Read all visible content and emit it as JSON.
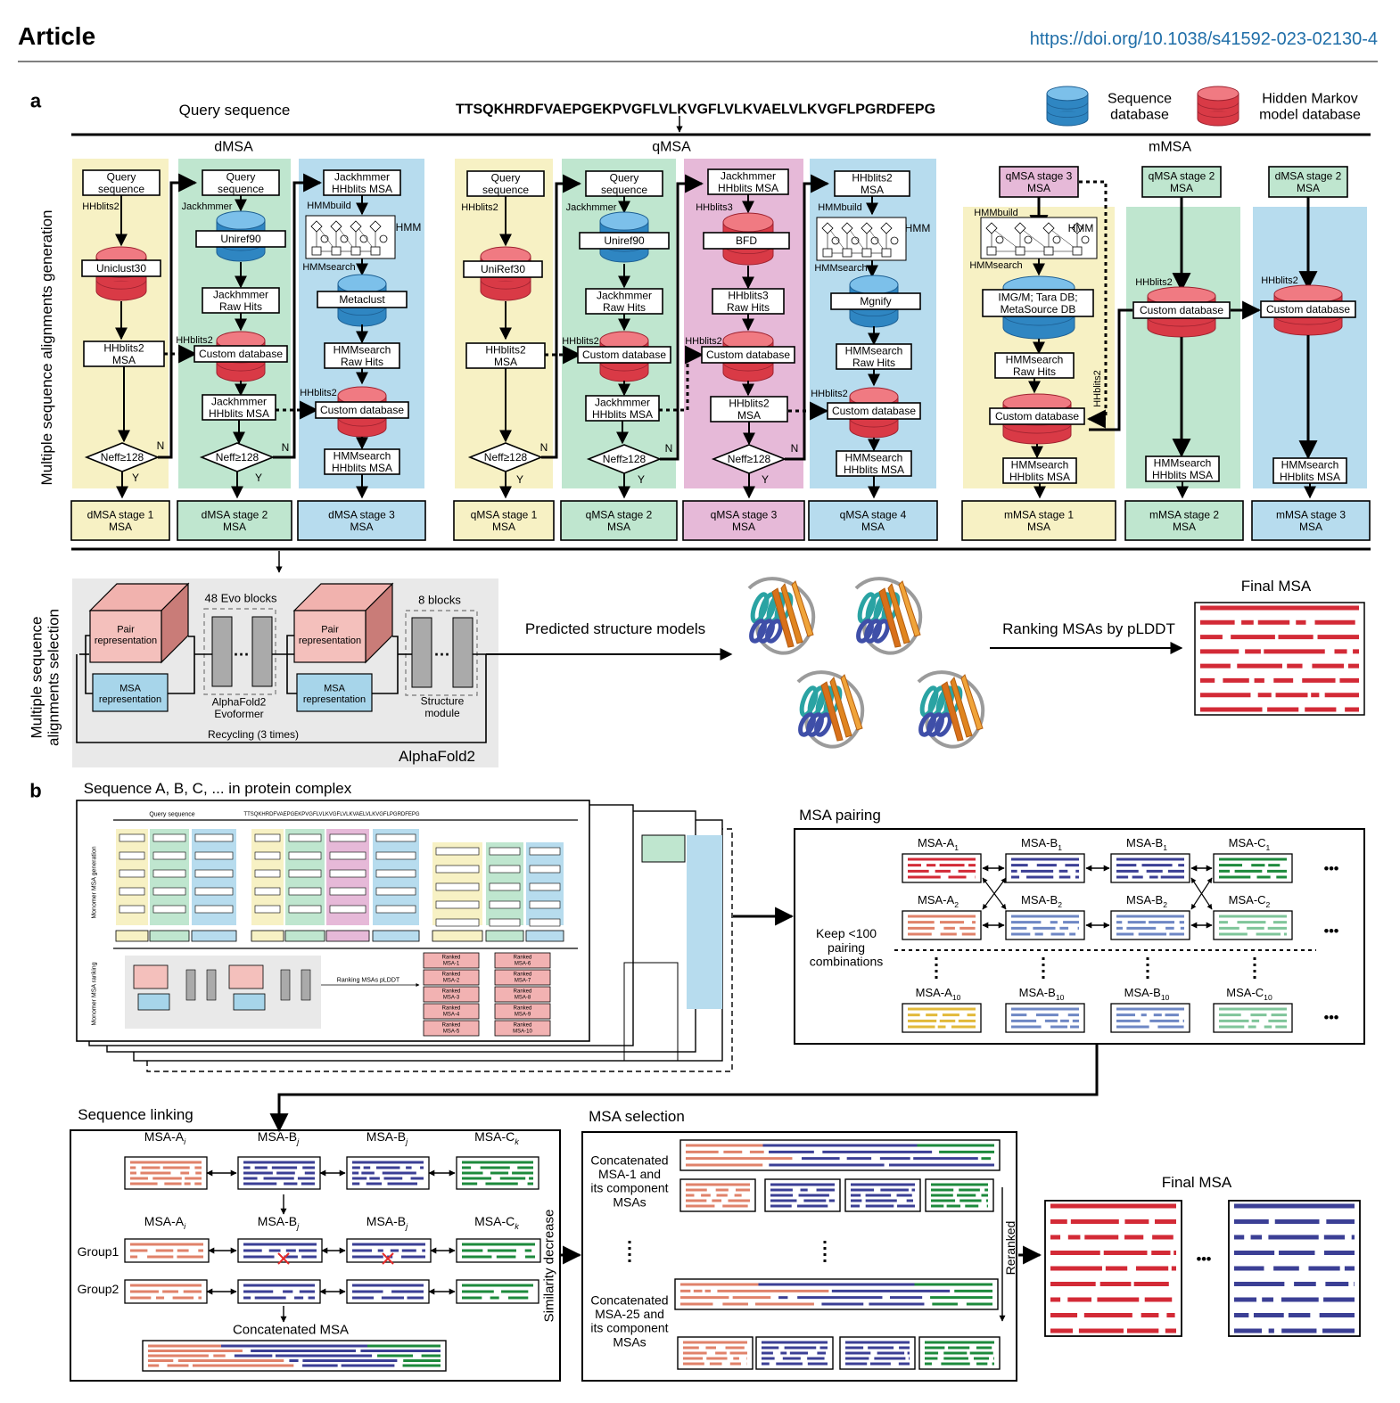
{
  "header": {
    "article": "Article",
    "doi": "https://doi.org/10.1038/s41592-023-02130-4"
  },
  "colors": {
    "yellow": "#f7f1c4",
    "green": "#bfe6cf",
    "pink": "#e6b9d8",
    "blue": "#b7dcee",
    "db_blue": "#2f86c2",
    "db_red": "#d93a46",
    "gray_panel": "#e9e9e9",
    "msa_red": "#d32a36",
    "msa_navy": "#3b3f95",
    "msa_salmon": "#e0826a",
    "msa_green": "#1d8a3c",
    "msa_light_blue": "#6e87c4",
    "msa_yellow": "#e2b93a",
    "msa_light_green": "#7fc59a",
    "accent_link": "#1f6ea8"
  },
  "panel_a": {
    "label": "a",
    "query_label": "Query sequence",
    "sequence": "TTSQKHRDFVAEPGEKPVGFLVLKVGFLVLKVAELVLKVGFLPGRDFEPG",
    "legend": {
      "seq_db": "Sequence\ndatabase",
      "hmm_db": "Hidden Markov\nmodel database"
    },
    "side_label_top": "Multiple sequence alignments generation",
    "side_label_bottom": "Multiple sequence\nalignments selection",
    "group_titles": {
      "dmsa": "dMSA",
      "qmsa": "qMSA",
      "mmsa": "mMSA"
    },
    "boxes": {
      "query_seq": "Query\nsequence",
      "uniclust30": "Uniclust30",
      "uniref90": "Uniref90",
      "uniref30": "UniRef30",
      "hhblits2_msa": "HHblits2\nMSA",
      "custom_db": "Custom database",
      "jack_raw": "Jackhmmer\nRaw Hits",
      "jack_hhb_msa": "Jackhmmer\nHHblits MSA",
      "jack_hhb_msa_top": "Jackhmmer\nHHblits MSA",
      "metaclust": "Metaclust",
      "hmm_raw": "HMMsearch\nRaw Hits",
      "hmm_hhb_msa": "HMMsearch\nHHblits MSA",
      "bfd": "BFD",
      "hhb3_raw": "HHblits3\nRaw Hits",
      "hhb2_msa": "HHblits2\nMSA",
      "mgnify": "Mgnify",
      "qmsa_stage3": "qMSA stage 3\nMSA",
      "qmsa_stage2": "qMSA stage 2\nMSA",
      "dmsa_stage2": "dMSA stage 2\nMSA",
      "imgm": "IMG/M; Tara DB;\nMetaSource DB",
      "hmm": "HMM",
      "neff": "Neff≥128"
    },
    "edge_labels": {
      "hhblits2": "HHblits2",
      "hhblits3": "HHblits3",
      "jackhmmer": "Jackhmmer",
      "hmmbuild": "HMMbuild",
      "hmmsearch": "HMMsearch",
      "n": "N",
      "y": "Y"
    },
    "outputs": [
      "dMSA stage 1\nMSA",
      "dMSA stage 2\nMSA",
      "dMSA stage 3\nMSA",
      "qMSA stage 1\nMSA",
      "qMSA stage 2\nMSA",
      "qMSA stage 3\nMSA",
      "qMSA stage 4\nMSA",
      "mMSA stage 1\nMSA",
      "mMSA stage 2\nMSA",
      "mMSA stage 3\nMSA"
    ],
    "alphafold": {
      "evo_blocks": "48 Evo blocks",
      "blocks": "8 blocks",
      "pair": "Pair\nrepresentation",
      "msa": "MSA\nrepresentation",
      "evoformer": "AlphaFold2\nEvoformer",
      "structure": "Structure\nmodule",
      "recycling": "Recycling (3 times)",
      "title": "AlphaFold2",
      "dots": "···"
    },
    "predicted": "Predicted structure models",
    "ranking": "Ranking MSAs by pLDDT",
    "final_msa": "Final MSA"
  },
  "panel_b": {
    "label": "b",
    "title": "Sequence A, B, C, ... in protein complex",
    "msa_pairing": "MSA pairing",
    "keep": "Keep <100\npairing\ncombinations",
    "sequence_linking": "Sequence linking",
    "msa_selection": "MSA selection",
    "final_msa": "Final MSA",
    "group1": "Group1",
    "group2": "Group2",
    "concatenated": "Concatenated MSA",
    "concat1": "Concatenated\nMSA-1 and\nits component\nMSAs",
    "concat25": "Concatenated\nMSA-25 and\nits component\nMSAs",
    "similarity": "Similarity decrease",
    "reranked": "Reranked",
    "dots_h": "•••",
    "pair_headers": [
      {
        "b": "MSA-A",
        "s": "1"
      },
      {
        "b": "MSA-B",
        "s": "1"
      },
      {
        "b": "MSA-B",
        "s": "1"
      },
      {
        "b": "MSA-C",
        "s": "1"
      },
      {
        "b": "MSA-A",
        "s": "2"
      },
      {
        "b": "MSA-B",
        "s": "2"
      },
      {
        "b": "MSA-B",
        "s": "2"
      },
      {
        "b": "MSA-C",
        "s": "2"
      },
      {
        "b": "MSA-A",
        "s": "10"
      },
      {
        "b": "MSA-B",
        "s": "10"
      },
      {
        "b": "MSA-B",
        "s": "10"
      },
      {
        "b": "MSA-C",
        "s": "10"
      }
    ],
    "link_headers": [
      {
        "b": "MSA-A",
        "s": "i"
      },
      {
        "b": "MSA-B",
        "s": "j"
      },
      {
        "b": "MSA-B",
        "s": "j"
      },
      {
        "b": "MSA-C",
        "s": "k"
      }
    ],
    "thumb": {
      "query": "Query sequence",
      "seq": "TTSQKHRDFVAEPGEKPVGFLVLKVGFLVLKVAELVLKVGFLPGRDFEPG",
      "gen": "Monomer MSA generation",
      "rank": "Monomer MSA ranking",
      "ranking": "Ranking MSAs pLDDT",
      "ranked": [
        "Ranked\nMSA-1",
        "Ranked\nMSA-2",
        "Ranked\nMSA-3",
        "Ranked\nMSA-4",
        "Ranked\nMSA-5",
        "Ranked\nMSA-6",
        "Ranked\nMSA-7",
        "Ranked\nMSA-8",
        "Ranked\nMSA-9",
        "Ranked\nMSA-10"
      ]
    }
  }
}
